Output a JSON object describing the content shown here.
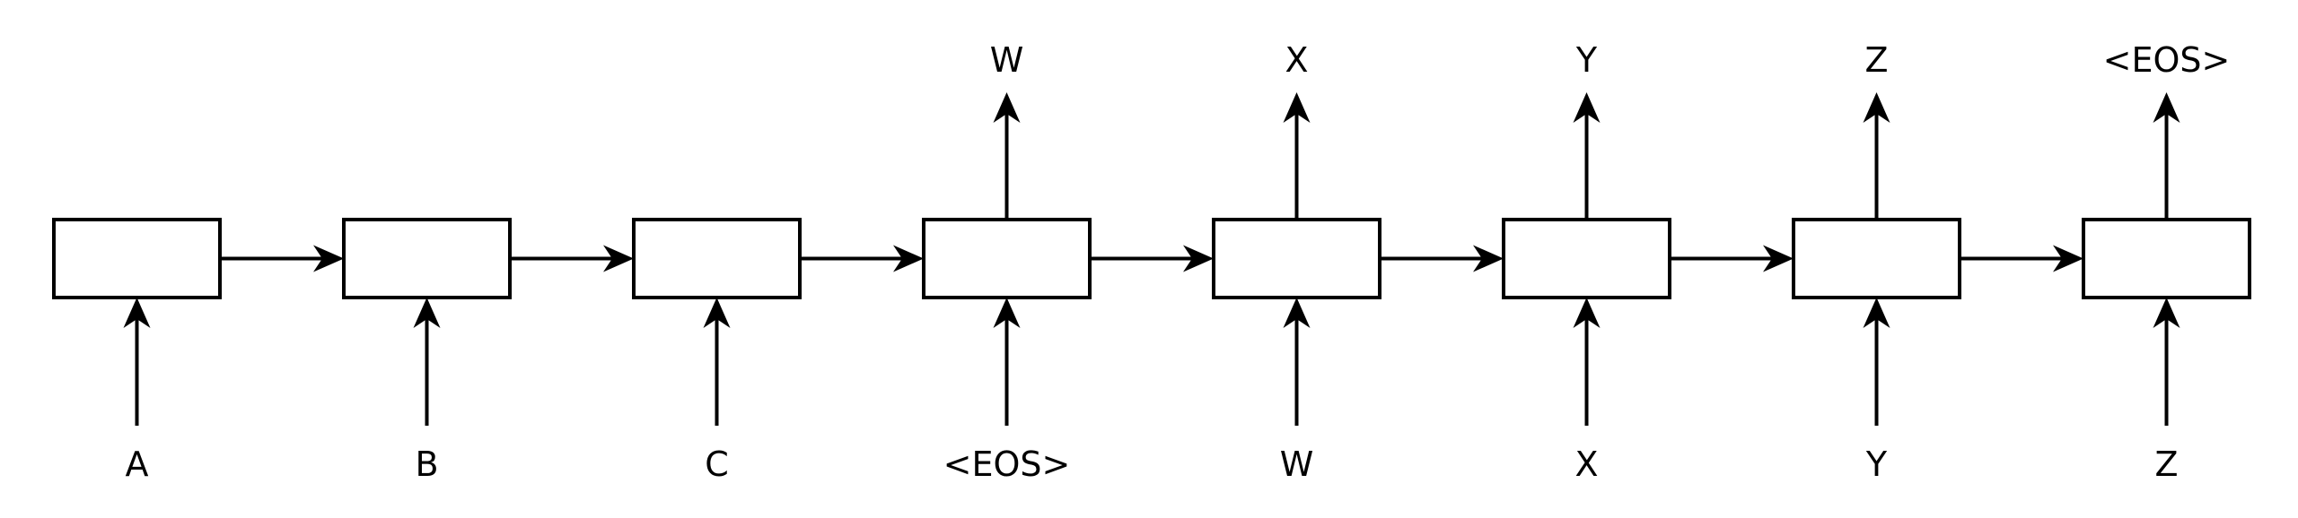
{
  "diagram": {
    "input_tokens": [
      "A",
      "B",
      "C",
      "<EOS>",
      "W",
      "X",
      "Y",
      "Z"
    ],
    "output_tokens": [
      "",
      "",
      "",
      "W",
      "X",
      "Y",
      "Z",
      "<EOS>"
    ],
    "stroke_color": "#000000",
    "background_color": "#ffffff"
  }
}
